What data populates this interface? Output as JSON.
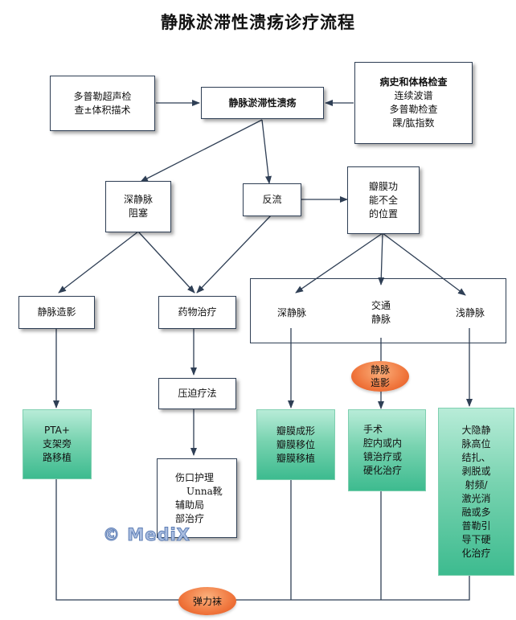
{
  "title": "静脉淤滞性溃疡诊疗流程",
  "nodes": {
    "doppler_scan": [
      "多普勒超声检",
      "查±体积描术"
    ],
    "center": "静脉淤滞性溃疡",
    "history": {
      "heading": "病史和体格检查",
      "lines": [
        "连续波谱",
        "多普勒检查",
        "踝/肱指数"
      ]
    },
    "deep_obstruction": [
      "深静脉",
      "阻塞"
    ],
    "reflux": "反流",
    "valve_location": [
      "瓣膜功",
      "能不全",
      "的位置"
    ],
    "venography": "静脉造影",
    "drug_therapy": "药物治疗",
    "deep_vein": "深静脉",
    "perforator": [
      "交通",
      "静脉"
    ],
    "superficial": "浅静脉",
    "compression": "压迫疗法",
    "wound_care": [
      "伤口护理",
      "Unna靴",
      "辅助局",
      "部治疗"
    ],
    "pta": [
      "PTA+",
      "支架旁",
      "路移植"
    ],
    "valve_surgery": [
      "瓣膜成形",
      "瓣膜移位",
      "瓣膜移植"
    ],
    "perforator_oval": [
      "静脉",
      "造影"
    ],
    "perforator_treatment": [
      "手术",
      "腔内或内",
      "镜治疗或",
      "硬化治疗"
    ],
    "gsv_treatment": [
      "大隐静",
      "脉高位",
      "结扎、",
      "剥脱或",
      "射频/",
      "激光消",
      "融或多",
      "普勒引",
      "导下硬",
      "化治疗"
    ],
    "stocking": "弹力袜"
  },
  "watermark": "© MediX",
  "colors": {
    "line": "#2f3f55",
    "green_top": "#b8ecd8",
    "green_bottom": "#3dbb8f",
    "oval": "#f0773e"
  }
}
